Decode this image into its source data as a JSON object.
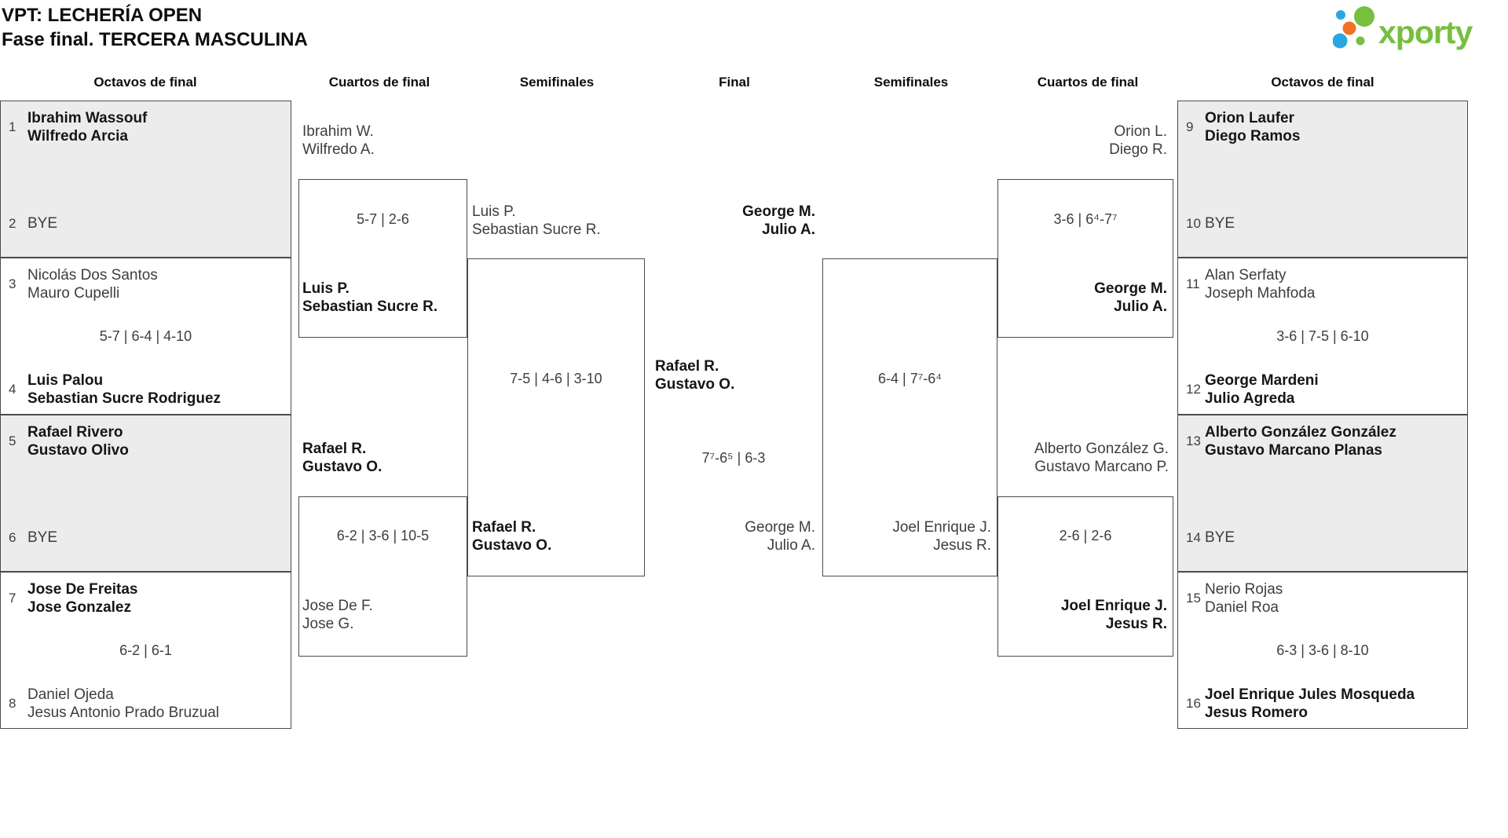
{
  "page": {
    "title_line1": "VPT: LECHERÍA OPEN",
    "title_line2": "Fase final. TERCERA MASCULINA"
  },
  "logo": {
    "text": "xporty"
  },
  "colors": {
    "shaded_row": "#ececec",
    "line_border": "#4b4b4b",
    "logo_green": "#76bf3f",
    "logo_blue": "#29a8e0",
    "logo_orange": "#ef7322"
  },
  "round_headers": {
    "left_r16": "Octavos de final",
    "left_qf": "Cuartos de final",
    "left_sf": "Semifinales",
    "final": "Final",
    "right_sf": "Semifinales",
    "right_qf": "Cuartos de final",
    "right_r16": "Octavos de final"
  },
  "r16_left": [
    {
      "seed_a": "1",
      "a1": "Ibrahim Wassouf",
      "a2": "Wilfredo Arcia",
      "a_winner": true,
      "score": "",
      "seed_b": "2",
      "b1": "BYE",
      "b2": "",
      "b_winner": false
    },
    {
      "seed_a": "3",
      "a1": "Nicolás Dos Santos",
      "a2": "Mauro Cupelli",
      "a_winner": false,
      "score": "5-7 | 6-4 | 4-10",
      "seed_b": "4",
      "b1": "Luis Palou",
      "b2": "Sebastian Sucre Rodriguez",
      "b_winner": true
    },
    {
      "seed_a": "5",
      "a1": "Rafael Rivero",
      "a2": "Gustavo Olivo",
      "a_winner": true,
      "score": "",
      "seed_b": "6",
      "b1": "BYE",
      "b2": "",
      "b_winner": false
    },
    {
      "seed_a": "7",
      "a1": "Jose De Freitas",
      "a2": "Jose Gonzalez",
      "a_winner": true,
      "score": "6-2 | 6-1",
      "seed_b": "8",
      "b1": "Daniel Ojeda",
      "b2": "Jesus Antonio Prado Bruzual",
      "b_winner": false
    }
  ],
  "r16_right": [
    {
      "seed_a": "9",
      "a1": "Orion Laufer",
      "a2": "Diego Ramos",
      "a_winner": true,
      "score": "",
      "seed_b": "10",
      "b1": "BYE",
      "b2": "",
      "b_winner": false
    },
    {
      "seed_a": "11",
      "a1": "Alan Serfaty",
      "a2": "Joseph Mahfoda",
      "a_winner": false,
      "score": "3-6 | 7-5 | 6-10",
      "seed_b": "12",
      "b1": "George Mardeni",
      "b2": "Julio Agreda",
      "b_winner": true
    },
    {
      "seed_a": "13",
      "a1": "Alberto González González",
      "a2": "Gustavo Marcano Planas",
      "a_winner": true,
      "score": "",
      "seed_b": "14",
      "b1": "BYE",
      "b2": "",
      "b_winner": false
    },
    {
      "seed_a": "15",
      "a1": "Nerio Rojas",
      "a2": "Daniel Roa",
      "a_winner": false,
      "score": "6-3 | 3-6 | 8-10",
      "seed_b": "16",
      "b1": "Joel Enrique Jules Mosqueda",
      "b2": "Jesus Romero",
      "b_winner": true
    }
  ],
  "qf_left": [
    {
      "a1": "Ibrahim W.",
      "a2": "Wilfredo A.",
      "a_winner": false,
      "score": "5-7 | 2-6",
      "b1": "Luis P.",
      "b2": "Sebastian Sucre R.",
      "b_winner": true
    },
    {
      "a1": "Rafael R.",
      "a2": "Gustavo O.",
      "a_winner": true,
      "score": "6-2 | 3-6 | 10-5",
      "b1": "Jose De F.",
      "b2": "Jose G.",
      "b_winner": false
    }
  ],
  "qf_right": [
    {
      "a1": "Orion L.",
      "a2": "Diego R.",
      "a_winner": false,
      "score": "3-6 | 6⁴-7⁷",
      "b1": "George M.",
      "b2": "Julio A.",
      "b_winner": true
    },
    {
      "a1": "Alberto González G.",
      "a2": "Gustavo Marcano P.",
      "a_winner": false,
      "score": "2-6 | 2-6",
      "b1": "Joel Enrique J.",
      "b2": "Jesus R.",
      "b_winner": true
    }
  ],
  "sf_left": {
    "a1": "Luis P.",
    "a2": "Sebastian Sucre R.",
    "a_winner": false,
    "score": "7-5 | 4-6 | 3-10",
    "b1": "Rafael R.",
    "b2": "Gustavo O.",
    "b_winner": true
  },
  "sf_right": {
    "a1": "George M.",
    "a2": "Julio A.",
    "a_winner": true,
    "score": "6-4 | 7⁷-6⁴",
    "b1": "Joel Enrique J.",
    "b2": "Jesus R.",
    "b_winner": false
  },
  "final": {
    "a1": "Rafael R.",
    "a2": "Gustavo O.",
    "a_winner": true,
    "score": "7⁷-6⁵ | 6-3",
    "b1": "George M.",
    "b2": "Julio A.",
    "b_winner": false
  }
}
